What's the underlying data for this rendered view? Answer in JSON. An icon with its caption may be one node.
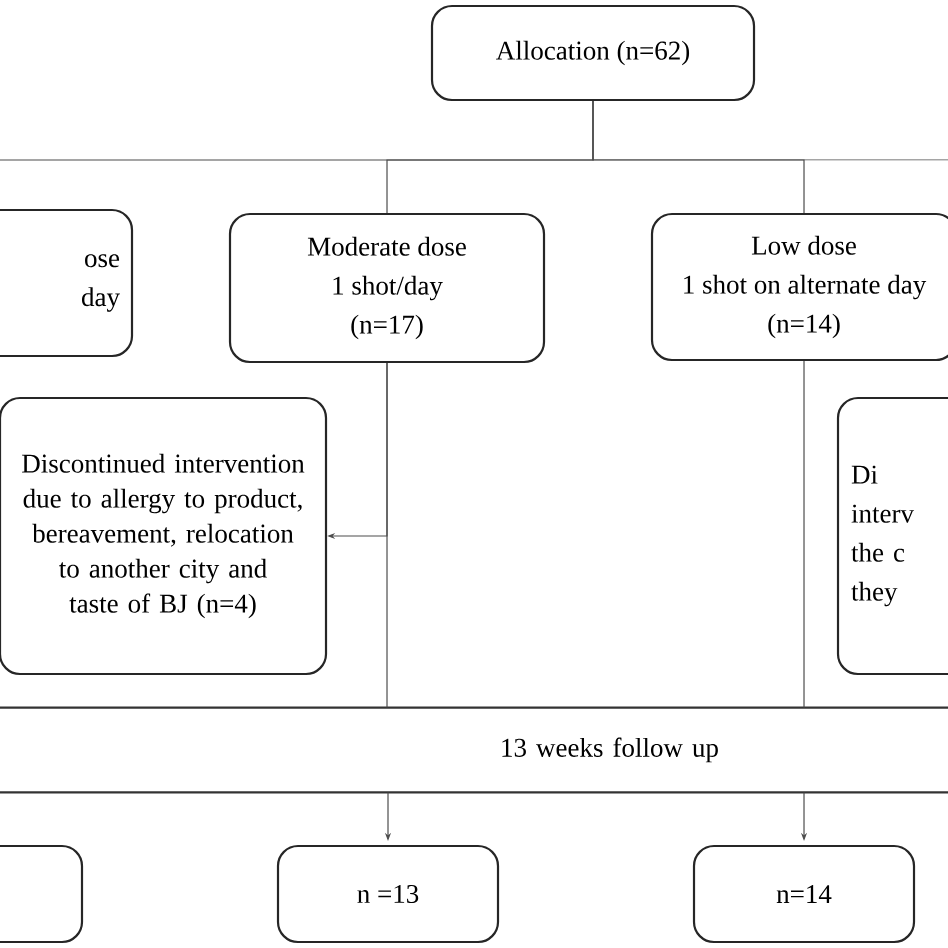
{
  "diagram": {
    "nodes": [
      {
        "text": [
          "Allocation (n=62)"
        ]
      },
      {
        "text": [
          "ose",
          "day"
        ]
      },
      {
        "text": [
          "Moderate dose",
          "1 shot/day",
          "(n=17)"
        ]
      },
      {
        "text": [
          "Low dose",
          "1 shot on alternate day",
          "(n=14)"
        ]
      },
      {
        "text": [
          "Discontinued intervention due to allergy to product, bereavement, relocation to another city and taste of BJ (n=4)"
        ]
      },
      {
        "text": [
          "Di",
          "interv",
          "the c",
          "they"
        ]
      },
      {
        "text": [
          "13 weeks follow up"
        ]
      },
      {
        "text": [],
        "shape": "box"
      },
      {
        "text": [
          "n =13"
        ]
      },
      {
        "text": [
          "n=14"
        ]
      }
    ],
    "edges": [
      {
        "from": 0,
        "to": 1,
        "arrow": "none"
      },
      {
        "from": 0,
        "to": 2,
        "arrow": "none"
      },
      {
        "from": 0,
        "to": 3,
        "arrow": "none"
      },
      {
        "from": 2,
        "to": 4,
        "arrow": "to"
      },
      {
        "from": 2,
        "to": 6,
        "arrow": "none"
      },
      {
        "from": 3,
        "to": 6,
        "arrow": "none"
      },
      {
        "from": 6,
        "to": 8,
        "arrow": "to"
      },
      {
        "from": 6,
        "to": 9,
        "arrow": "to"
      }
    ]
  }
}
